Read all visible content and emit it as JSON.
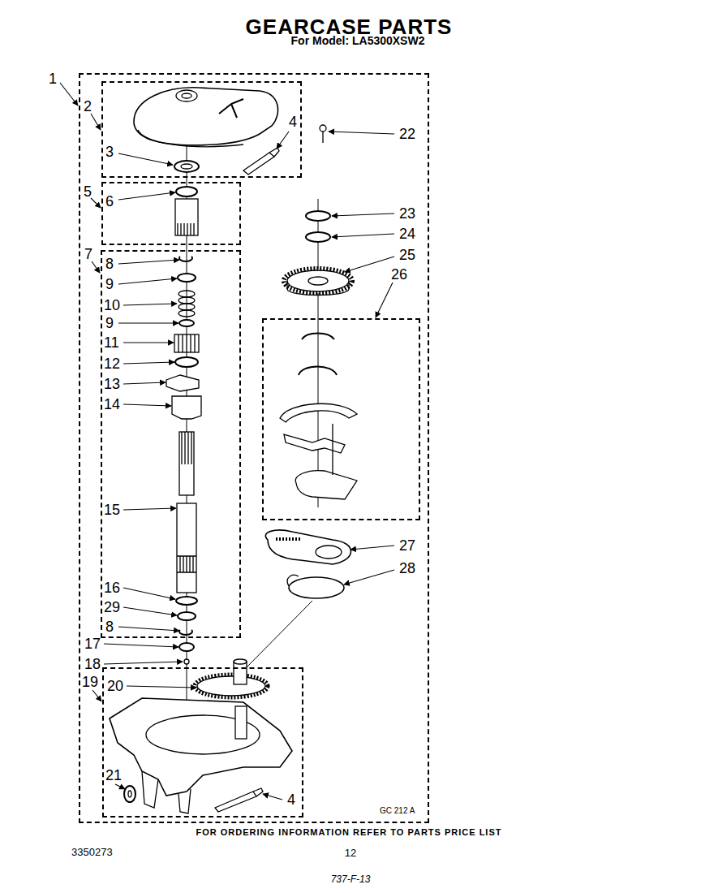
{
  "diagram": {
    "title": "GEARCASE PARTS",
    "nodes": [
      {
        "text": [
          "1"
        ]
      },
      {
        "text": [
          "2"
        ],
        "in": 0
      },
      {
        "text": [
          "5"
        ],
        "in": 0
      },
      {
        "text": [
          "7"
        ],
        "in": 0
      },
      {
        "text": [
          "26"
        ],
        "in": 0
      },
      {
        "text": [
          "19"
        ],
        "in": 0
      }
    ],
    "labels": [
      "For Model: LA5300XSW2",
      "3",
      "4",
      "22",
      "6",
      "8",
      "9",
      "10",
      "9",
      "11",
      "12",
      "13",
      "14",
      "15",
      "16",
      "29",
      "8",
      "17",
      "18",
      "20",
      "21",
      "4",
      "23",
      "24",
      "25",
      "27",
      "28",
      "GC 212 A",
      "FOR ORDERING INFORMATION REFER TO PARTS PRICE LIST",
      "3350273",
      "12",
      "737-F-13"
    ]
  }
}
